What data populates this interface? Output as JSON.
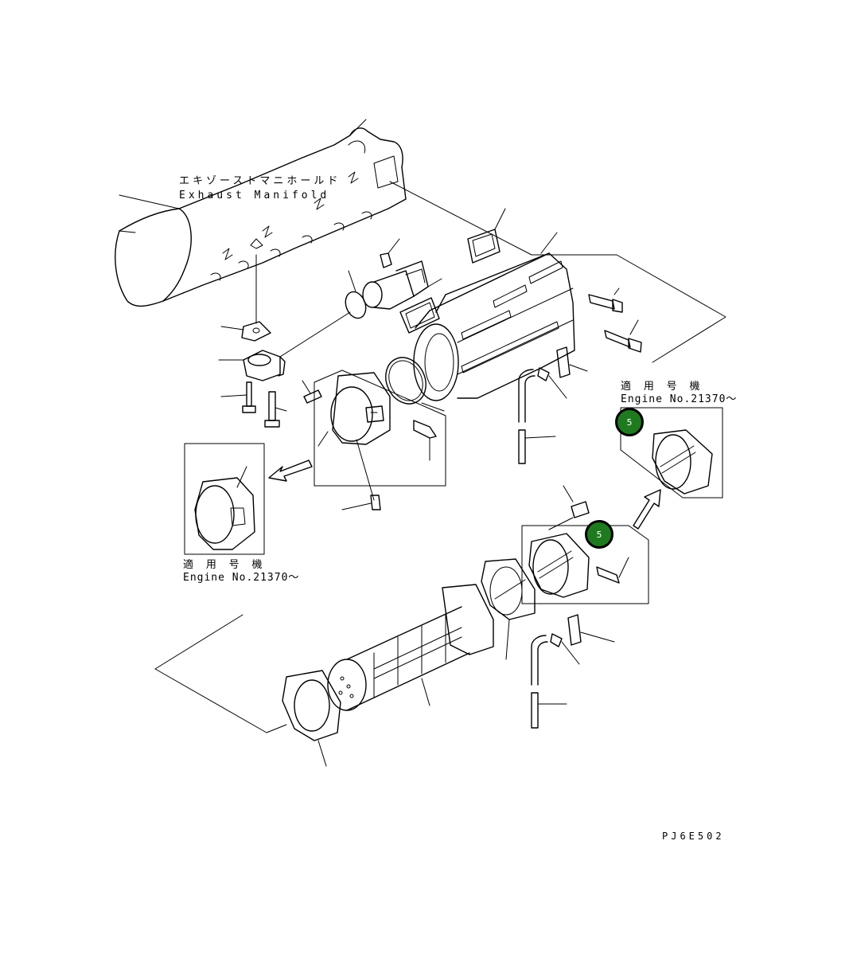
{
  "labels": {
    "manifold_jp": "エキゾーストマニホールド",
    "manifold_en": "Exhaust Manifold",
    "applicable_jp_right": "適 用 号 機",
    "engine_no_right": "Engine No.21370〜",
    "applicable_jp_left": "適 用 号 機",
    "engine_no_left": "Engine No.21370〜",
    "drawing_code": "PJ6E502"
  },
  "callouts": [
    {
      "number": "5"
    },
    {
      "number": "5"
    }
  ],
  "colors": {
    "line": "#000000",
    "callout_fill": "#1f7a1f",
    "background": "#ffffff"
  }
}
